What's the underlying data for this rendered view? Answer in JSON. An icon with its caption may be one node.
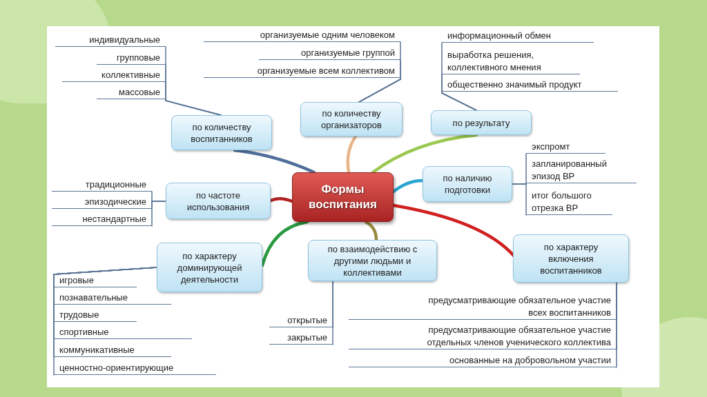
{
  "diagram": {
    "nodes": [
      {
        "text": [
          "Формы воспитания"
        ]
      },
      {
        "text": [
          "по количеству воспитанников"
        ]
      },
      {
        "text": [
          "индивидуальные"
        ]
      },
      {
        "text": [
          "групповые"
        ]
      },
      {
        "text": [
          "коллективные"
        ]
      },
      {
        "text": [
          "массовые"
        ]
      },
      {
        "text": [
          "по количеству организаторов"
        ]
      },
      {
        "text": [
          "организуемые одним человеком"
        ]
      },
      {
        "text": [
          "организуемые группой"
        ]
      },
      {
        "text": [
          "организуемые всем коллективом"
        ]
      },
      {
        "text": [
          "по результату"
        ]
      },
      {
        "text": [
          "информационный обмен"
        ]
      },
      {
        "text": [
          "выработка решения, коллективного мнения"
        ]
      },
      {
        "text": [
          "общественно значимый продукт"
        ]
      },
      {
        "text": [
          "по наличию подготовки"
        ]
      },
      {
        "text": [
          "экспромт"
        ]
      },
      {
        "text": [
          "запланированный эпизод ВР"
        ]
      },
      {
        "text": [
          "итог большого отрезка ВР"
        ]
      },
      {
        "text": [
          "по частоте использования"
        ]
      },
      {
        "text": [
          "традиционные"
        ]
      },
      {
        "text": [
          "эпизодические"
        ]
      },
      {
        "text": [
          "нестандартные"
        ]
      },
      {
        "text": [
          "по характеру доминирующей деятельности"
        ]
      },
      {
        "text": [
          "игровые"
        ]
      },
      {
        "text": [
          "познавательные"
        ]
      },
      {
        "text": [
          "трудовые"
        ]
      },
      {
        "text": [
          "спортивные"
        ]
      },
      {
        "text": [
          "коммуникативные"
        ]
      },
      {
        "text": [
          "ценностно-ориентирующие"
        ]
      },
      {
        "text": [
          "по взаимодействию с другими людьми и коллективами"
        ]
      },
      {
        "text": [
          "открытые"
        ]
      },
      {
        "text": [
          "закрытые"
        ]
      },
      {
        "text": [
          "по характеру включения воспитанников"
        ]
      },
      {
        "text": [
          "предусматривающие обязательное участие всех воспитанников"
        ]
      },
      {
        "text": [
          "предусматривающие обязательное участие отдельных членов ученического коллектива"
        ]
      },
      {
        "text": [
          "основанные на добровольном участии"
        ]
      }
    ],
    "edges": [
      {
        "from": 0,
        "to": 1,
        "arrow": "none",
        "style": "thick",
        "color": "#4f6f9a"
      },
      {
        "from": 0,
        "to": 6,
        "arrow": "none",
        "style": "thick",
        "color": "#e8b48a"
      },
      {
        "from": 0,
        "to": 10,
        "arrow": "none",
        "style": "thick",
        "color": "#9ac850"
      },
      {
        "from": 0,
        "to": 14,
        "arrow": "none",
        "style": "thick",
        "color": "#2aa5d0"
      },
      {
        "from": 0,
        "to": 18,
        "arrow": "none",
        "style": "thick",
        "color": "#b02020"
      },
      {
        "from": 0,
        "to": 22,
        "arrow": "none",
        "style": "thick",
        "color": "#2a9a40"
      },
      {
        "from": 0,
        "to": 29,
        "arrow": "none",
        "style": "thick",
        "color": "#9a8a40"
      },
      {
        "from": 0,
        "to": 32,
        "arrow": "none",
        "style": "thick",
        "color": "#d02020"
      },
      {
        "from": 1,
        "to": 2,
        "arrow": "none"
      },
      {
        "from": 1,
        "to": 3,
        "arrow": "none"
      },
      {
        "from": 1,
        "to": 4,
        "arrow": "none"
      },
      {
        "from": 1,
        "to": 5,
        "arrow": "none"
      },
      {
        "from": 6,
        "to": 7,
        "arrow": "none"
      },
      {
        "from": 6,
        "to": 8,
        "arrow": "none"
      },
      {
        "from": 6,
        "to": 9,
        "arrow": "none"
      },
      {
        "from": 10,
        "to": 11,
        "arrow": "none"
      },
      {
        "from": 10,
        "to": 12,
        "arrow": "none"
      },
      {
        "from": 10,
        "to": 13,
        "arrow": "none"
      },
      {
        "from": 14,
        "to": 15,
        "arrow": "none"
      },
      {
        "from": 14,
        "to": 16,
        "arrow": "none"
      },
      {
        "from": 14,
        "to": 17,
        "arrow": "none"
      },
      {
        "from": 18,
        "to": 19,
        "arrow": "none"
      },
      {
        "from": 18,
        "to": 20,
        "arrow": "none"
      },
      {
        "from": 18,
        "to": 21,
        "arrow": "none"
      },
      {
        "from": 22,
        "to": 23,
        "arrow": "none"
      },
      {
        "from": 22,
        "to": 24,
        "arrow": "none"
      },
      {
        "from": 22,
        "to": 25,
        "arrow": "none"
      },
      {
        "from": 22,
        "to": 26,
        "arrow": "none"
      },
      {
        "from": 22,
        "to": 27,
        "arrow": "none"
      },
      {
        "from": 22,
        "to": 28,
        "arrow": "none"
      },
      {
        "from": 29,
        "to": 30,
        "arrow": "none"
      },
      {
        "from": 29,
        "to": 31,
        "arrow": "none"
      },
      {
        "from": 32,
        "to": 33,
        "arrow": "none"
      },
      {
        "from": 32,
        "to": 34,
        "arrow": "none"
      },
      {
        "from": 32,
        "to": 35,
        "arrow": "none"
      }
    ]
  }
}
